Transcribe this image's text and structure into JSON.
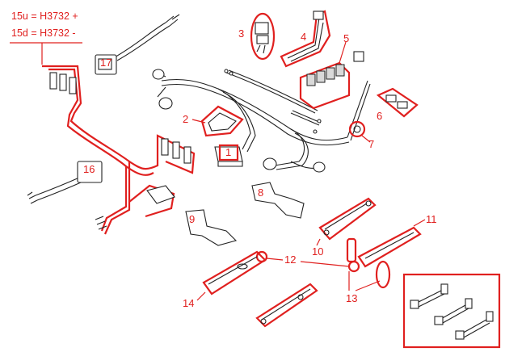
{
  "legend": {
    "line1": "15u = H3732 +",
    "line2": "15d = H3732  -"
  },
  "callouts": [
    "1",
    "2",
    "3",
    "4",
    "5",
    "6",
    "7",
    "8",
    "9",
    "10",
    "11",
    "12",
    "13",
    "14",
    "16",
    "17"
  ],
  "colors": {
    "highlight": "#e0201f",
    "linework": "#222222"
  }
}
